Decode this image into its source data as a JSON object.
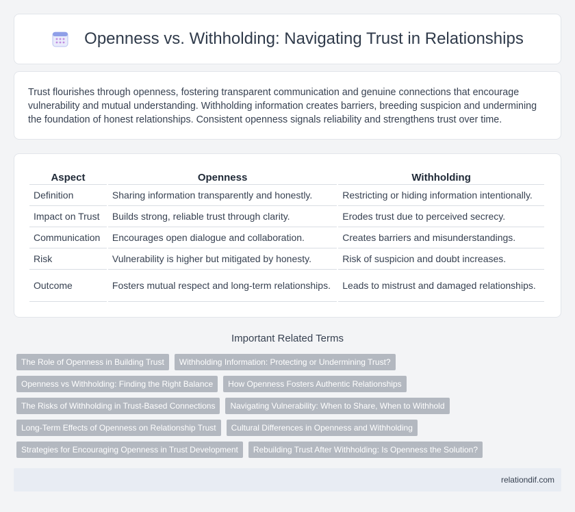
{
  "header": {
    "title": "Openness vs. Withholding: Navigating Trust in Relationships",
    "icon": "calendar-icon"
  },
  "intro": {
    "text": "Trust flourishes through openness, fostering transparent communication and genuine connections that encourage vulnerability and mutual understanding. Withholding information creates barriers, breeding suspicion and undermining the foundation of honest relationships. Consistent openness signals reliability and strengthens trust over time."
  },
  "table": {
    "headers": [
      "Aspect",
      "Openness",
      "Withholding"
    ],
    "rows": [
      [
        "Definition",
        "Sharing information transparently and honestly.",
        "Restricting or hiding information intentionally."
      ],
      [
        "Impact on Trust",
        "Builds strong, reliable trust through clarity.",
        "Erodes trust due to perceived secrecy."
      ],
      [
        "Communication",
        "Encourages open dialogue and collaboration.",
        "Creates barriers and misunderstandings."
      ],
      [
        "Risk",
        "Vulnerability is higher but mitigated by honesty.",
        "Risk of suspicion and doubt increases."
      ],
      [
        "Outcome",
        "Fosters mutual respect and long-term relationships.",
        "Leads to mistrust and damaged relationships."
      ]
    ]
  },
  "related": {
    "title": "Important Related Terms",
    "rows": [
      [
        "The Role of Openness in Building Trust",
        "Withholding Information: Protecting or Undermining Trust?"
      ],
      [
        "Openness vs Withholding: Finding the Right Balance",
        "How Openness Fosters Authentic Relationships"
      ],
      [
        "The Risks of Withholding in Trust-Based Connections",
        "Navigating Vulnerability: When to Share, When to Withhold"
      ],
      [
        "Long-Term Effects of Openness on Relationship Trust",
        "Cultural Differences in Openness and Withholding"
      ],
      [
        "Strategies for Encouraging Openness in Trust Development",
        "Rebuilding Trust After Withholding: Is Openness the Solution?"
      ]
    ]
  },
  "footer": {
    "site": "relationdif.com"
  },
  "colors": {
    "tag_bg": "#b3b8c0",
    "footer_bg": "#e8ecf3",
    "icon_accent": "#7b8fe0"
  }
}
